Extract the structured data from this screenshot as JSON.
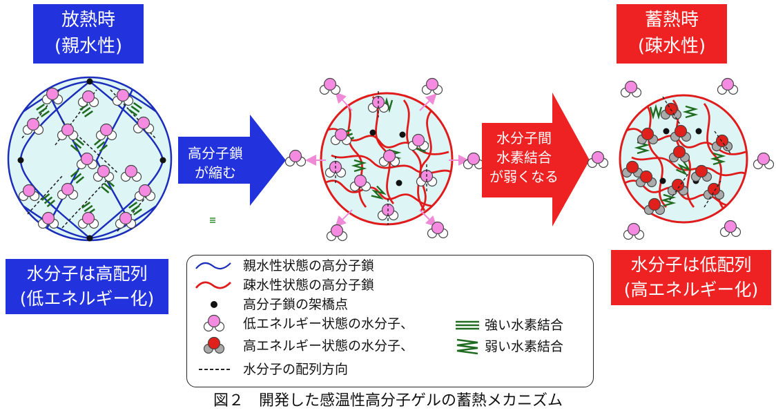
{
  "left_state": {
    "title_line1": "放熱時",
    "title_line2": "(親水性)",
    "note_line1": "水分子は高配列",
    "note_line2": "(低エネルギー化)"
  },
  "right_state": {
    "title_line1": "蓄熱時",
    "title_line2": "(疎水性)",
    "note_line1": "水分子は低配列",
    "note_line2": "(高エネルギー化)"
  },
  "arrow1": {
    "line1": "高分子鎖",
    "line2": "が縮む"
  },
  "arrow2": {
    "line1": "水分子間",
    "line2": "水素結合",
    "line3": "が弱くなる"
  },
  "legend": {
    "hydrophilic_chain": "親水性状態の高分子鎖",
    "hydrophobic_chain": "疎水性状態の高分子鎖",
    "crosslink": "高分子鎖の架橋点",
    "low_energy_water": "低エネルギー状態の水分子、",
    "high_energy_water": "高エネルギー状態の水分子、",
    "strong_hbond": "強い水素結合",
    "weak_hbond": "弱い水素結合",
    "alignment": "水分子の配列方向"
  },
  "caption": "図２　開発した感温性高分子ゲルの蓄熱メカニズム",
  "colors": {
    "blue_box": "#2233dd",
    "red_box": "#ee2222",
    "blue_chain": "#1a2dbb",
    "red_chain": "#e01b1b",
    "gel_fill": "#def5f5",
    "low_water": "#f48be0",
    "high_water": "#e0201a",
    "hbond": "#1f6b1f"
  }
}
